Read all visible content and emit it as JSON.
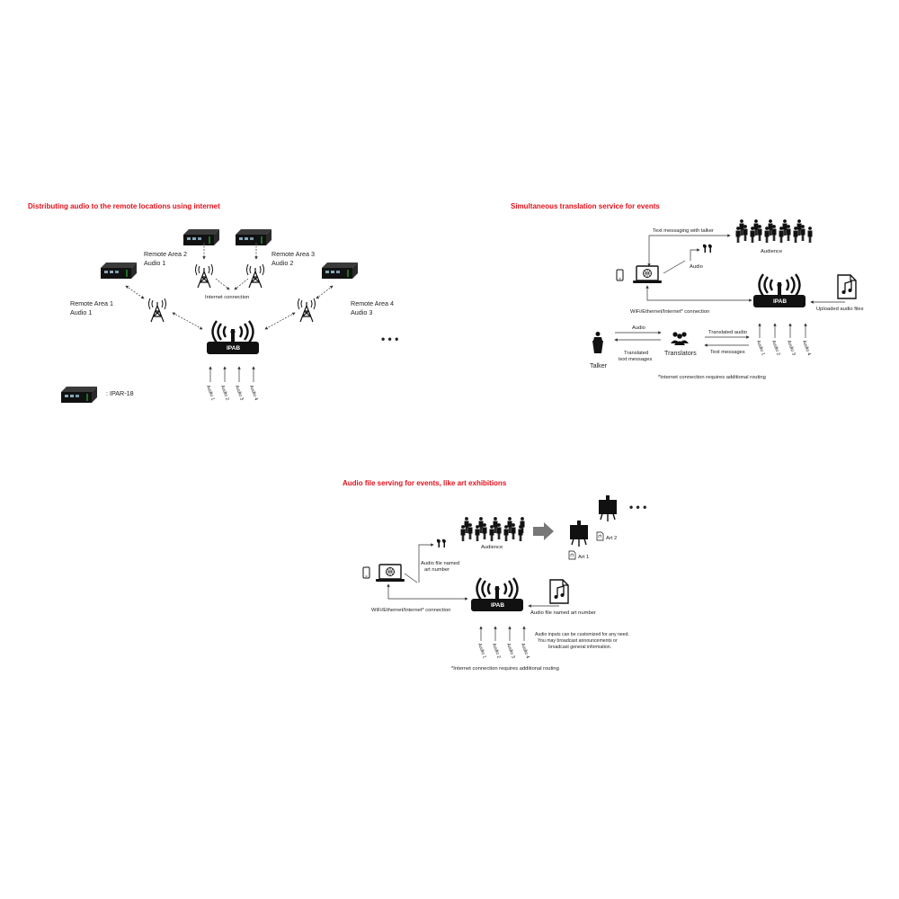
{
  "section1": {
    "title": "Distributing audio to the remote locations using internet",
    "remote_area_1": {
      "name": "Remote Area 1",
      "audio": "Audio 1"
    },
    "remote_area_2": {
      "name": "Remote Area 2",
      "audio": "Audio 1"
    },
    "remote_area_3": {
      "name": "Remote Area 3",
      "audio": "Audio 2"
    },
    "remote_area_4": {
      "name": "Remote Area 4",
      "audio": "Audio 3"
    },
    "internet_label": "Internet connection",
    "ipab_label": "IPAB",
    "legend_label": ": IPAR-18",
    "ellipsis": "• • •",
    "audio_inputs": [
      "Audio 1",
      "Audio 2",
      "Audio 3",
      "Audio 4"
    ]
  },
  "section2": {
    "title": "Simultaneous translation service for events",
    "text_messaging": "Text messaging with talker",
    "audience": "Audience",
    "audio": "Audio",
    "ipab_label": "IPAB",
    "connection": "WiFi/Ethernet/Internet*  connection",
    "uploaded": "Uploaded audio files",
    "audio_to_translators": "Audio",
    "talker": "Talker",
    "translators": "Translators",
    "translated_text_1": "Translated",
    "translated_text_2": "text messages",
    "translated_audio": "Translated audio",
    "text_messages": "Text messages",
    "footnote": "*Internet connection requires additional routing",
    "audio_inputs": [
      "Audio 1",
      "Audio 2",
      "Audio 3",
      "Audio 4"
    ]
  },
  "section3": {
    "title": "Audio file serving for events, like art exhibitions",
    "audience": "Audience",
    "audio_file_1": "Audio file named",
    "audio_file_2": "art number",
    "ipab_label": "IPAB",
    "connection": "WiFi/Ethernet/Internet*  connection",
    "audio_file_named": "Audio file named art number",
    "art_1": "Art 1",
    "art_2": "Art 2",
    "ellipsis": "• • •",
    "note_1": "Audio inputs can be customized for any need.",
    "note_2": "You may broadcast announcements or",
    "note_3": "broadcast general information.",
    "footnote": "*Internet connection requires additional routing",
    "audio_inputs": [
      "Audio 1",
      "Audio 2",
      "Audio 3",
      "Audio 4"
    ]
  }
}
